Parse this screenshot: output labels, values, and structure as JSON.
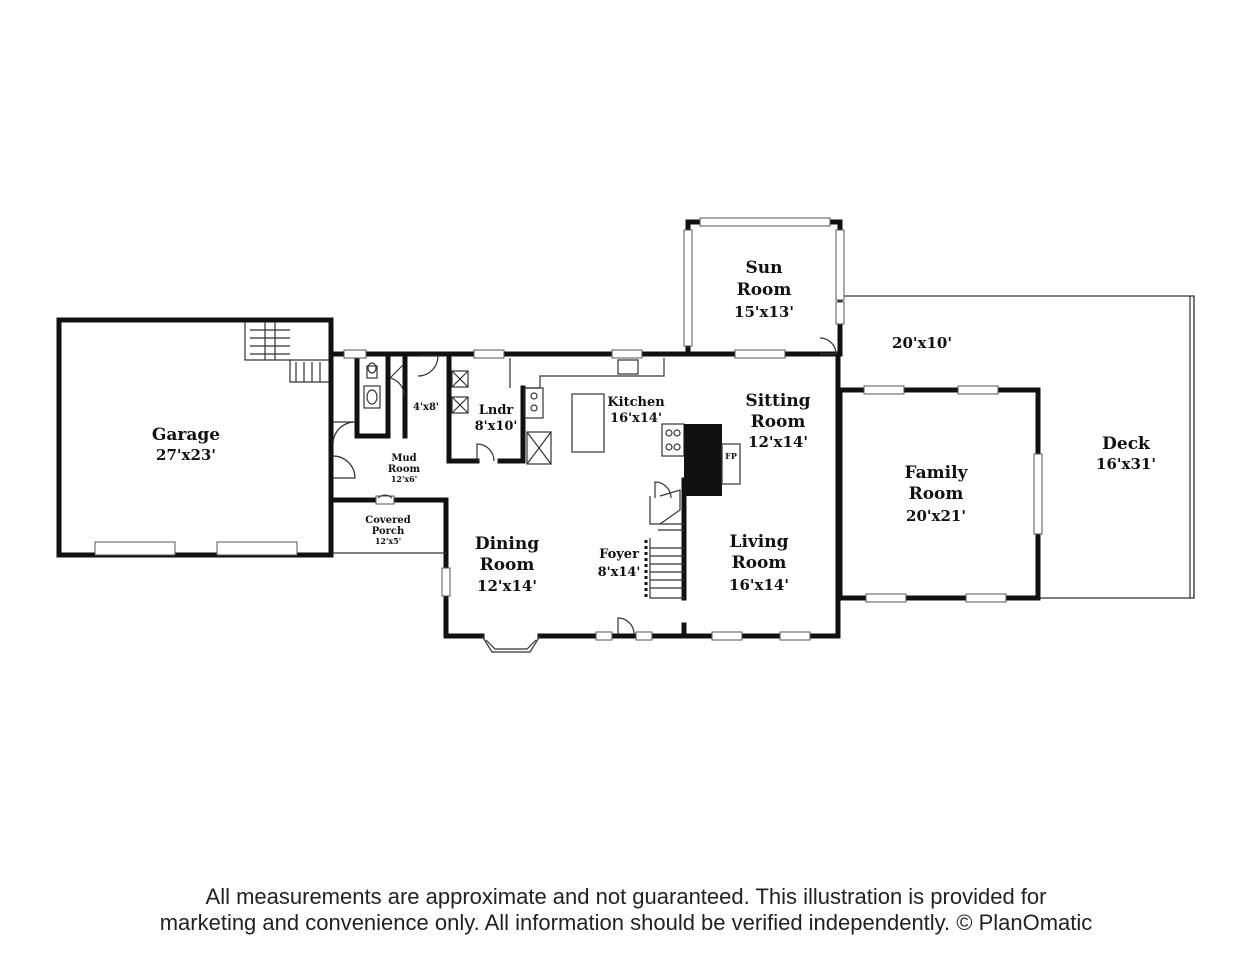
{
  "rooms": {
    "garage": {
      "name": "Garage",
      "dims": "27'x23'"
    },
    "mud_room": {
      "name1": "Mud",
      "name2": "Room",
      "dims": "12'x6'"
    },
    "closet": {
      "dims": "4'x8'"
    },
    "laundry": {
      "name": "Lndr",
      "dims": "8'x10'"
    },
    "kitchen": {
      "name": "Kitchen",
      "dims": "16'x14'"
    },
    "sun_room": {
      "name1": "Sun",
      "name2": "Room",
      "dims": "15'x13'"
    },
    "patio": {
      "dims": "20'x10'"
    },
    "sitting_room": {
      "name1": "Sitting",
      "name2": "Room",
      "dims": "12'x14'"
    },
    "fireplace": {
      "label": "FP"
    },
    "family_room": {
      "name1": "Family",
      "name2": "Room",
      "dims": "20'x21'"
    },
    "deck": {
      "name": "Deck",
      "dims": "16'x31'"
    },
    "covered_porch": {
      "name1": "Covered",
      "name2": "Porch",
      "dims": "12'x5'"
    },
    "dining_room": {
      "name1": "Dining",
      "name2": "Room",
      "dims": "12'x14'"
    },
    "foyer": {
      "name": "Foyer",
      "dims": "8'x14'"
    },
    "living_room": {
      "name1": "Living",
      "name2": "Room",
      "dims": "16'x14'"
    }
  },
  "disclaimer": {
    "line1": "All measurements are approximate and not guaranteed. This illustration is provided for",
    "line2": "marketing and convenience only. All information should be verified independently. © PlanOmatic"
  }
}
